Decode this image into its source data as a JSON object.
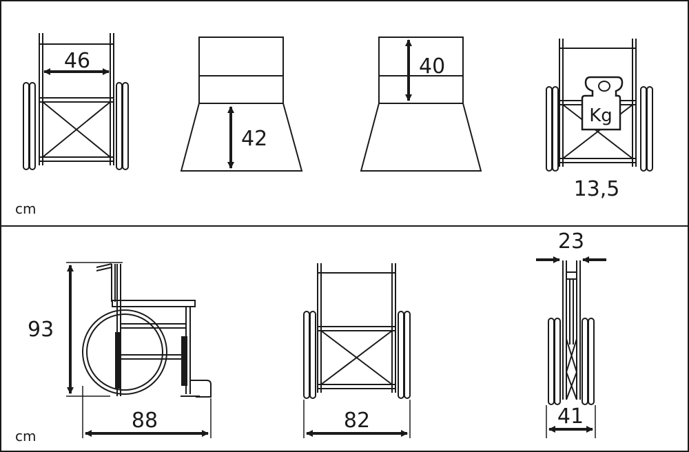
{
  "units": {
    "top": "cm",
    "bottom": "cm"
  },
  "dimensions": {
    "seat_width": "46",
    "seat_height": "42",
    "backrest_height": "40",
    "weight": "13,5",
    "weight_label": "Kg",
    "total_height": "93",
    "total_length": "88",
    "total_width": "82",
    "folded_width_top": "23",
    "folded_width_bottom": "41"
  },
  "colors": {
    "line": "#1a1a1a",
    "background": "#ffffff"
  }
}
